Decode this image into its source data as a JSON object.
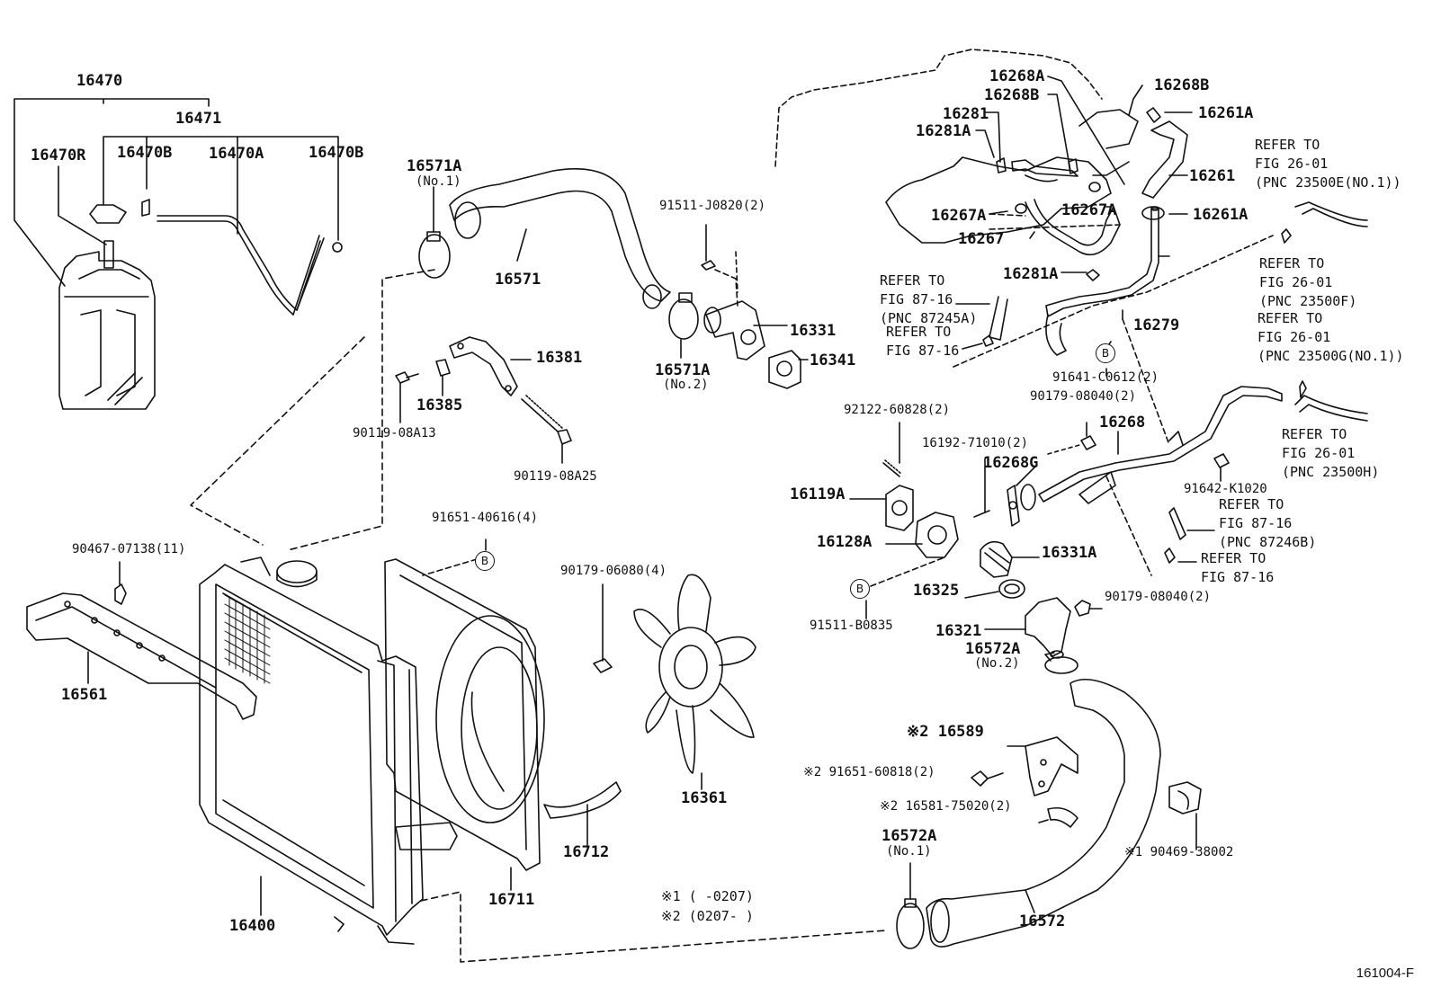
{
  "figure_code": "161004-F",
  "callout_symbol": "B",
  "labels": {
    "p16470": "16470",
    "p16471": "16471",
    "p16470R": "16470R",
    "p16470B_1": "16470B",
    "p16470A": "16470A",
    "p16470B_2": "16470B",
    "p16571A_1": "16571A",
    "p16571A_1_no": "(No.1)",
    "p16571": "16571",
    "p91511J0820": "91511-J0820(2)",
    "p16331": "16331",
    "p16341": "16341",
    "p16571A_2": "16571A",
    "p16571A_2_no": "(No.2)",
    "p16381": "16381",
    "p16385": "16385",
    "p9011908A13": "90119-08A13",
    "p9011908A25": "90119-08A25",
    "p9165140616": "91651-40616(4)",
    "p9046707138": "90467-07138(11)",
    "p16561": "16561",
    "p9017906080": "90179-06080(4)",
    "p16361": "16361",
    "p16400": "16400",
    "p16711": "16711",
    "p16712": "16712",
    "p16268A": "16268A",
    "p16268B_1": "16268B",
    "p16268B_2": "16268B",
    "p16261A_1": "16261A",
    "p16281": "16281",
    "p16281A_1": "16281A",
    "p16261": "16261",
    "p16267A_1": "16267A",
    "p16267A_2": "16267A",
    "p16261A_2": "16261A",
    "p16267": "16267",
    "p16281A_2": "16281A",
    "p16279": "16279",
    "p91641C0612": "91641-C0612(2)",
    "p9017908040_1": "90179-08040(2)",
    "p16268": "16268",
    "p9212260828": "92122-60828(2)",
    "p1619271010": "16192-71010(2)",
    "p16268G": "16268G",
    "p16119A": "16119A",
    "p16128A": "16128A",
    "p16331A": "16331A",
    "p16325": "16325",
    "p9151120835": "91511-B0835",
    "p16321": "16321",
    "p9017908040_2": "90179-08040(2)",
    "p91642K1020": "91642-K1020",
    "p16572A_2": "16572A",
    "p16572A_2_no": "(No.2)",
    "p16589": "※2 16589",
    "p9165160818": "※2 91651-60818(2)",
    "p1658175020": "※2 16581-75020(2)",
    "p16572A_1": "16572A",
    "p16572A_1_no": "(No.1)",
    "p16572": "16572",
    "p9046938002": "※1 90469-38002"
  },
  "references": {
    "ref_23500E": "REFER TO\nFIG 26-01\n(PNC 23500E(NO.1))",
    "ref_23500F": "REFER TO\nFIG 26-01\n(PNC 23500F)",
    "ref_23500G": "REFER TO\nFIG 26-01\n(PNC 23500G(NO.1))",
    "ref_23500H": "REFER TO\nFIG 26-01\n(PNC 23500H)",
    "ref_87245A": "REFER TO\nFIG 87-16\n(PNC 87245A)",
    "ref_8716_a": "REFER TO\nFIG 87-16",
    "ref_87246B": "REFER TO\nFIG 87-16\n(PNC 87246B)",
    "ref_8716_b": "REFER TO\nFIG 87-16"
  },
  "notes": {
    "note1": "※1 (      -0207)",
    "note2": "※2 (0207-      )"
  }
}
